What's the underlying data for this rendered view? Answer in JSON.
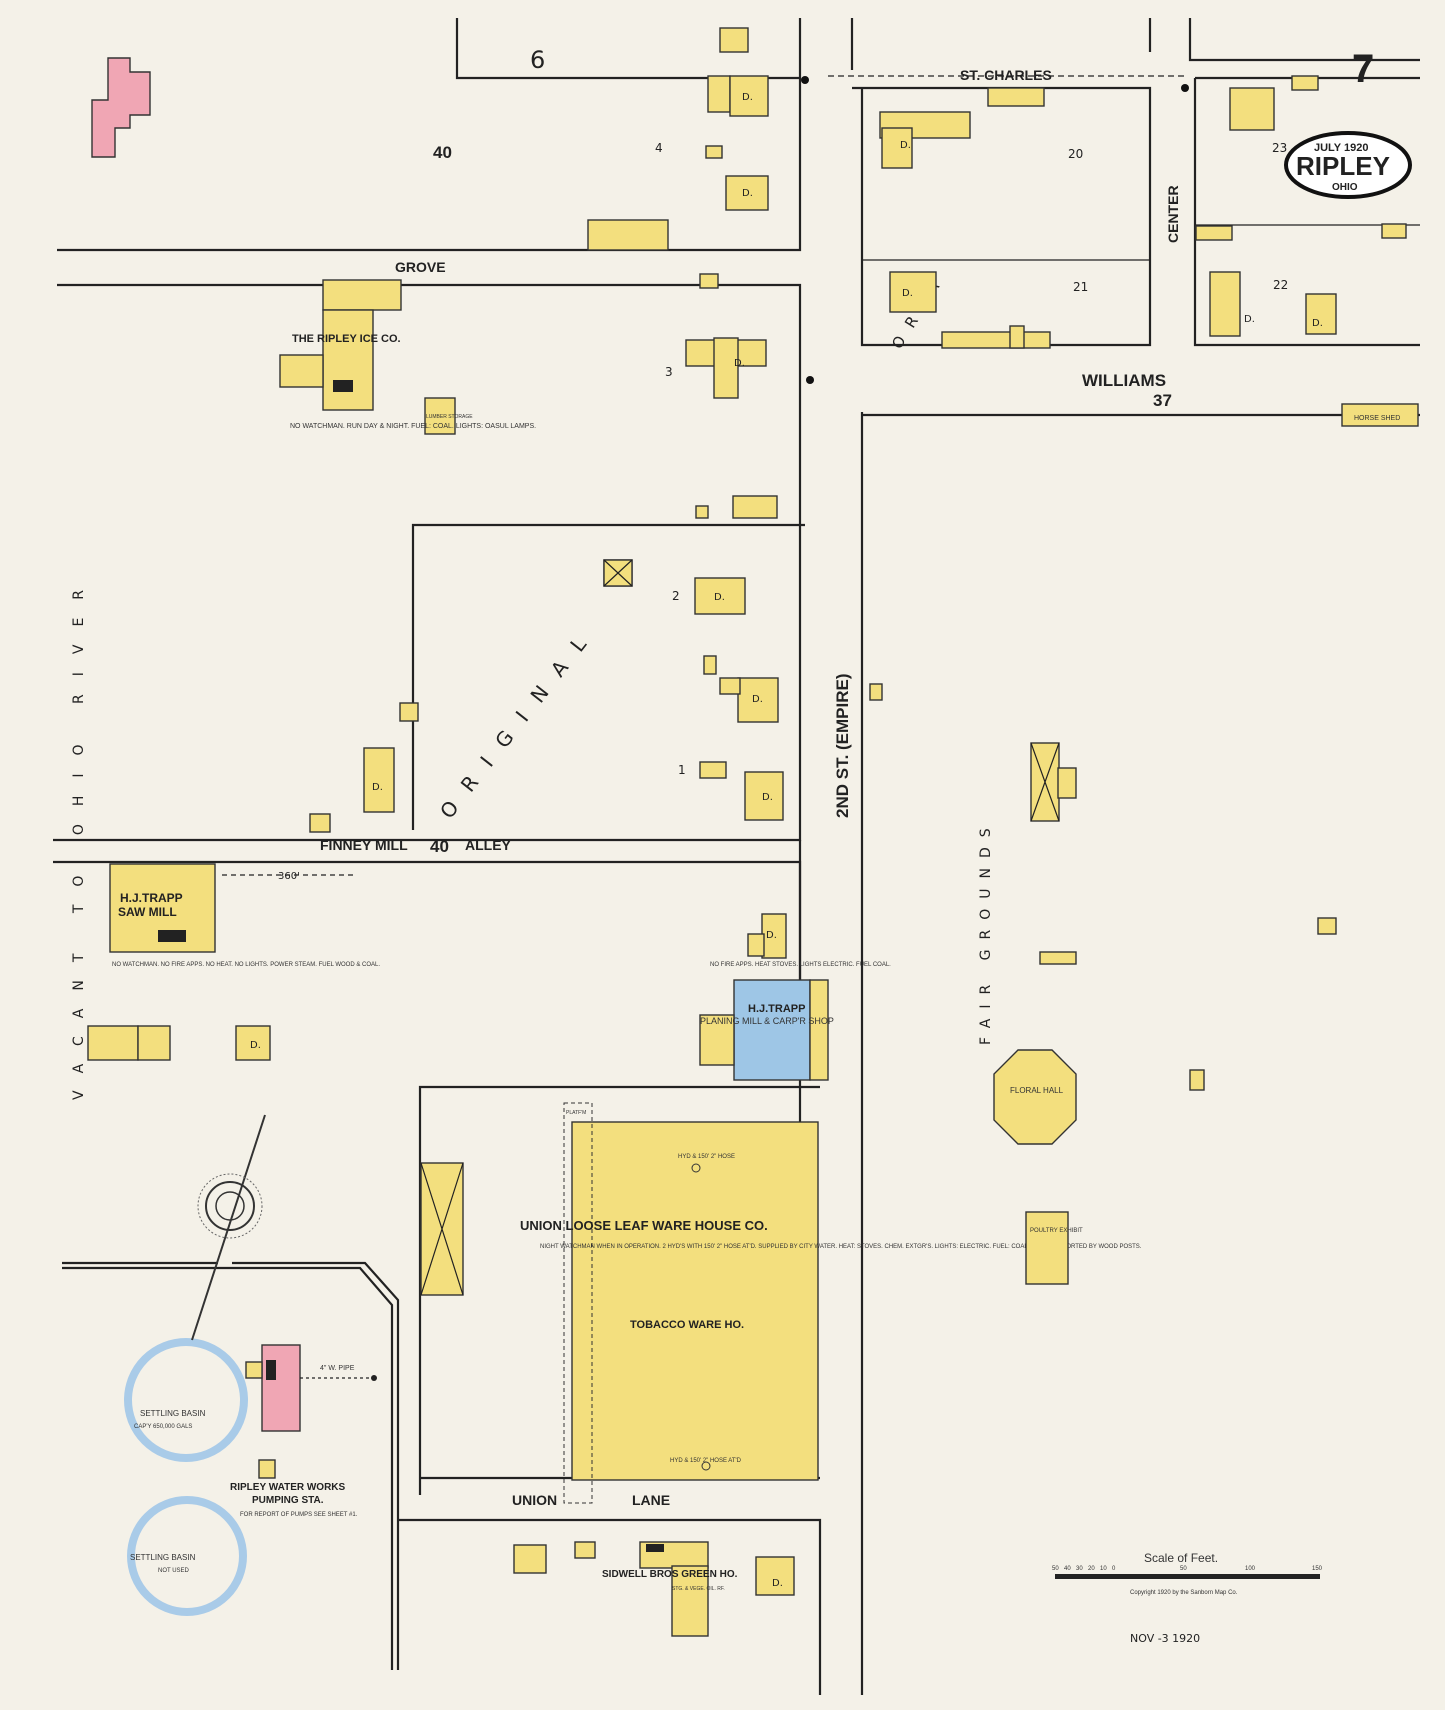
{
  "sheet": {
    "number": "7",
    "date": "JULY 1920",
    "town": "RIPLEY",
    "state": "OHIO",
    "stamp": "NOV -3 1920",
    "copyright": "Copyright 1920 by the Sanborn Map Co."
  },
  "streets": {
    "st_charles": "ST. CHARLES",
    "grove": "GROVE",
    "williams": "WILLIAMS",
    "center": "CENTER",
    "second": "2ND  ST. (EMPIRE)",
    "finney": "FINNEY MILL",
    "alley": "ALLEY",
    "union_lane_a": "UNION",
    "union_lane_b": "LANE"
  },
  "blocks": {
    "b6": "6",
    "b40_top": "40",
    "b40_alley": "40",
    "b37": "37",
    "vacant": "VACANT TO OHIO RIVER",
    "original": "ORIGINAL",
    "fair_grounds": "FAIR GROUNDS",
    "oria": "O R I A"
  },
  "lots": {
    "l4": "4",
    "l3": "3",
    "l2": "2",
    "l1": "1",
    "l20": "20",
    "l21": "21",
    "l22": "22",
    "l23": "23"
  },
  "labels": {
    "ice_co": "THE RIPLEY ICE CO.",
    "ice_note": "NO WATCHMAN. RUN DAY & NIGHT. FUEL: COAL. LIGHTS: OASUL LAMPS.",
    "lumber": "LUMBER STORAGE",
    "saw_mill_a": "H.J.TRAPP",
    "saw_mill_b": "SAW MILL",
    "saw_note": "NO WATCHMAN. NO FIRE APPS. NO HEAT. NO LIGHTS. POWER STEAM. FUEL WOOD & COAL.",
    "planing_a": "H.J.TRAPP",
    "planing_b": "PLANING MILL & CARP'R SHOP",
    "planing_note": "NO FIRE APPS. HEAT STOVES. LIGHTS ELECTRIC. FUEL COAL.",
    "warehouse": "UNION LOOSE LEAF WARE HOUSE CO.",
    "warehouse_note": "NIGHT WATCHMAN WHEN IN OPERATION. 2 HYD'S WITH 150' 2\" HOSE AT'D. SUPPLIED BY CITY WATER. HEAT: STOVES. CHEM. EXTGR'S. LIGHTS: ELECTRIC. FUEL: COAL. ROOF SUPPORTED BY WOOD POSTS.",
    "tobacco": "TOBACCO WARE HO.",
    "hyd_top": "HYD & 150' 2\" HOSE",
    "hyd_bottom": "HYD & 150' 2\" HOSE AT'D",
    "platform": "PLATF'M",
    "floral": "FLORAL HALL",
    "poultry": "POULTRY EXHIBIT",
    "horse_shed": "HORSE SHED",
    "settling1_a": "SETTLING BASIN",
    "settling1_b": "CAP'Y 650,000 GALS",
    "settling2_a": "SETTLING BASIN",
    "settling2_b": "NOT USED",
    "water_works_a": "RIPLEY WATER WORKS",
    "water_works_b": "PUMPING STA.",
    "water_works_note": "FOR REPORT OF PUMPS SEE SHEET #1.",
    "pipe": "4\" W. PIPE",
    "green_house_a": "SIDWELL BROS GREEN HO.",
    "green_house_b": "STG. & VEGE. OIL. RF.",
    "distance": "360'",
    "dwelling": "D."
  },
  "scale": {
    "title": "Scale of Feet.",
    "ticks": [
      "50",
      "40",
      "30",
      "20",
      "10",
      "0",
      "50",
      "100",
      "150"
    ]
  },
  "colors": {
    "frame": "#f3df7e",
    "brick": "#f0a6b4",
    "stone": "#9ec6e6",
    "paper": "#f4f1e8",
    "basin": "#a9cbe8"
  }
}
